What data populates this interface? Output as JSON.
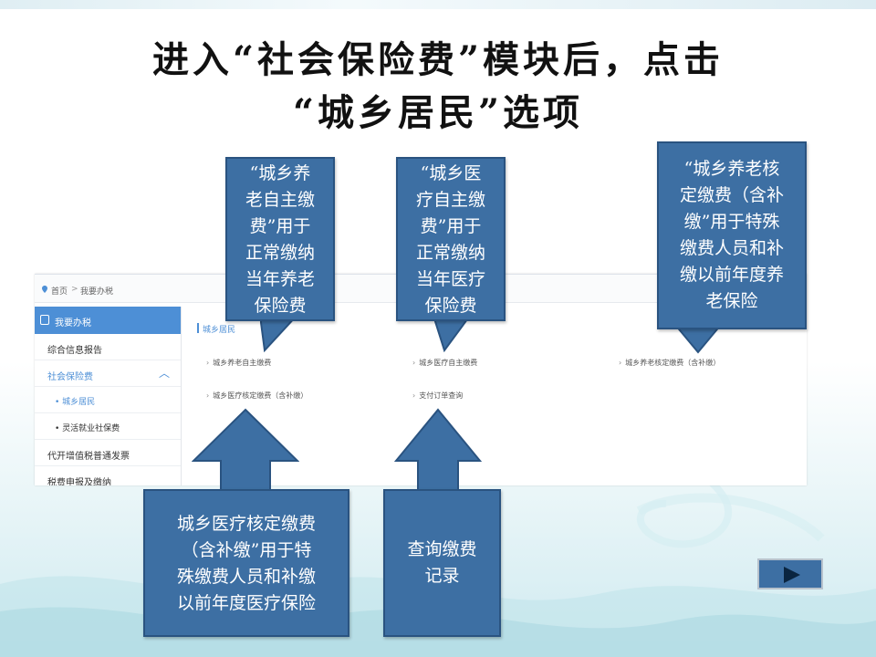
{
  "slide": {
    "title_line1": "进入“社会保险费”模块后，点击",
    "title_line2": "“城乡居民”选项"
  },
  "screenshot": {
    "breadcrumb": {
      "home": "首页",
      "separator": ">",
      "current": "我要办税"
    },
    "sidebar": {
      "header": "我要办税",
      "items": [
        {
          "label": "综合信息报告"
        },
        {
          "label": "社会保险费"
        },
        {
          "label": "城乡居民"
        },
        {
          "label": "灵活就业社保费"
        },
        {
          "label": "代开增值税普通发票"
        },
        {
          "label": "税费申报及缴纳"
        }
      ]
    },
    "section_title": "城乡居民",
    "links": [
      "城乡养老自主缴费",
      "城乡医疗自主缴费",
      "城乡养老核定缴费（含补缴）",
      "城乡医疗核定缴费（含补缴）",
      "支付订单查询"
    ]
  },
  "callouts": {
    "c1": [
      "“城乡养",
      "老自主缴",
      "费”用于",
      "正常缴纳",
      "当年养老",
      "保险费"
    ],
    "c2": [
      "“城乡医",
      "疗自主缴",
      "费”用于",
      "正常缴纳",
      "当年医疗",
      "保险费"
    ],
    "c3": [
      "“城乡养老核",
      "定缴费（含补",
      "缴”用于特殊",
      "缴费人员和补",
      "缴以前年度养",
      "老保险"
    ],
    "c4": [
      "城乡医疗核定缴费",
      "（含补缴”用于特",
      "殊缴费人员和补缴",
      "以前年度医疗保险"
    ],
    "c5": [
      "查询缴费",
      "记录"
    ]
  },
  "colors": {
    "callout_fill": "#3d6fa3",
    "accent": "#4d8fd6"
  },
  "nav": {
    "icon": "play-arrow-icon"
  }
}
